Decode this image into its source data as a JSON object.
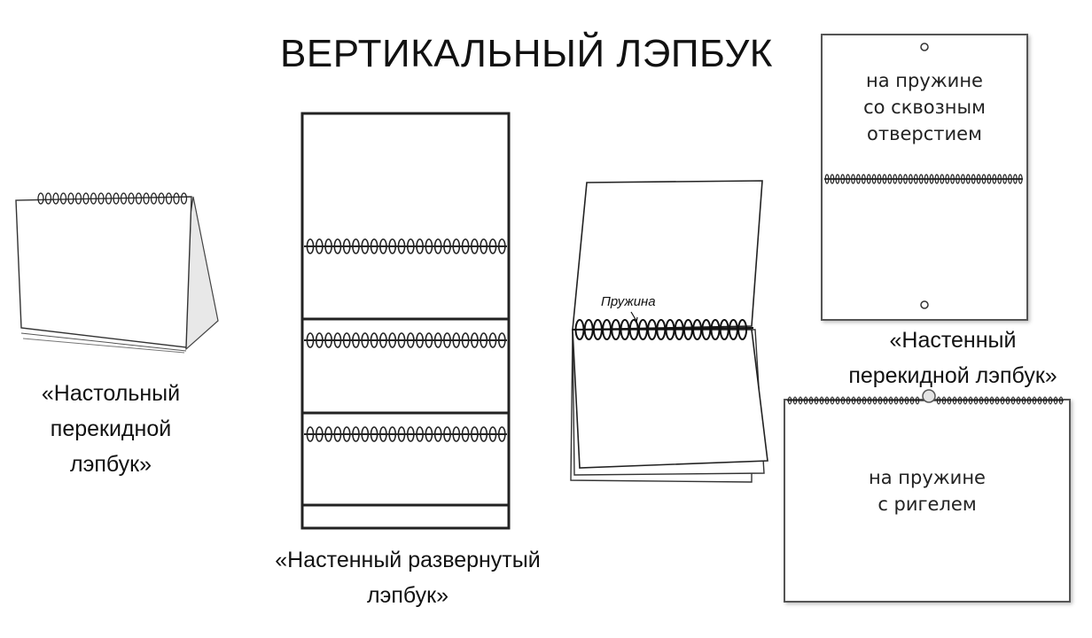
{
  "title": "ВЕРТИКАЛЬНЫЙ ЛЭПБУК",
  "items": {
    "desk_flip": {
      "caption": [
        "«Настольный",
        "перекидной",
        "лэпбук»"
      ]
    },
    "wall_open": {
      "caption": [
        "«Настенный развернутый",
        "лэпбук»"
      ]
    },
    "spring_book": {
      "label": "Пружина"
    },
    "wall_flip": {
      "caption": [
        "«Настенный",
        "перекидной лэпбук»"
      ],
      "spring_panel_text": [
        "на пружине",
        "со сквозным",
        "отверстием"
      ],
      "rigel_panel_text": [
        "на пружине",
        "с ригелем"
      ]
    }
  }
}
